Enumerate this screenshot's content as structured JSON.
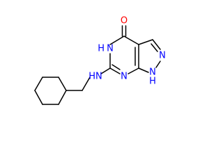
{
  "colors": {
    "background": "#ffffff",
    "bond": "#000000",
    "oxygen": "#ff0000",
    "nitrogen": "#0000ff"
  },
  "atoms": {
    "oxygen": "O",
    "n5h": "N",
    "n5h_h": "H",
    "n5h_h_position": "left",
    "n2": "N",
    "n1h": "N",
    "n1h_h": "H",
    "n1h_h_position": "below",
    "n7": "N",
    "amine_nh": "HN",
    "amine_nh_h_position": "left"
  }
}
